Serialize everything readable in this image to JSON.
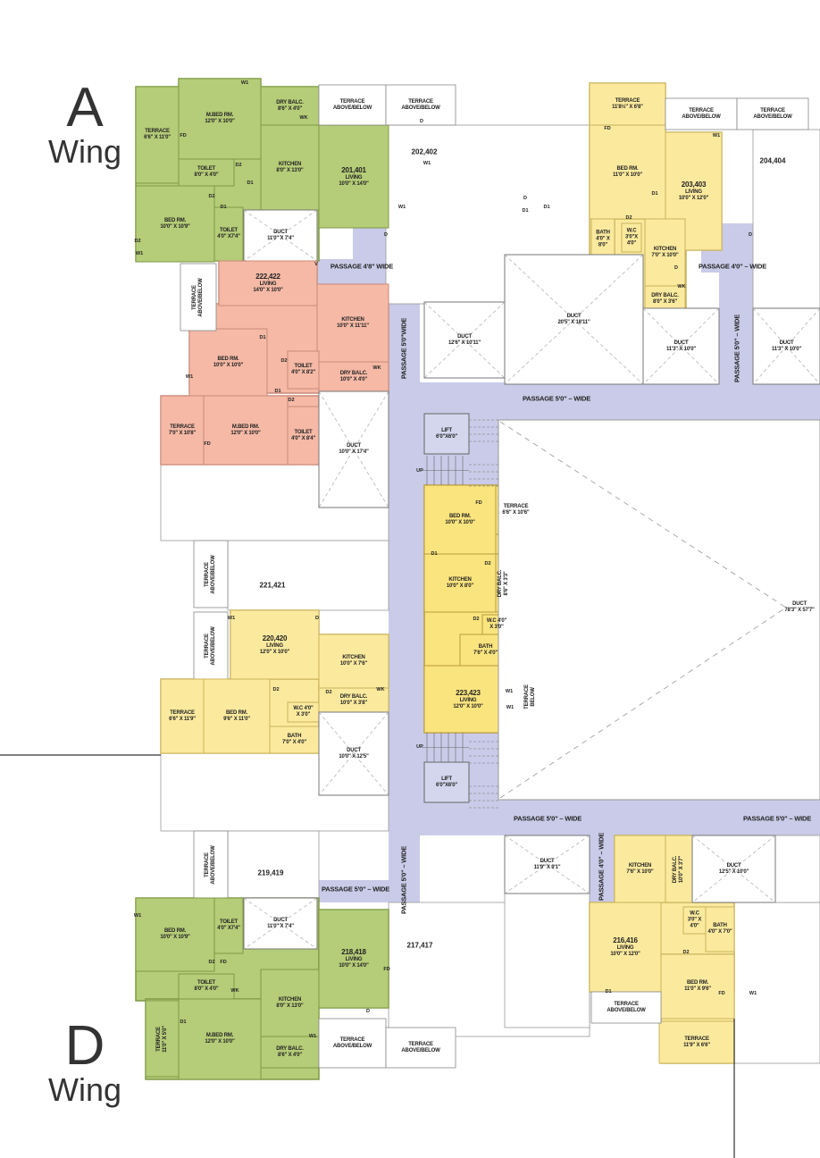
{
  "colors": {
    "green": "#b5cc78",
    "salmon": "#f5b9a6",
    "yellow": "#fbea9e",
    "ystrong": "#fae47e",
    "passage": "#c9cbe8",
    "duct": "#ffffff",
    "white": "#ffffff",
    "lift": "#d4d6ee"
  },
  "wings": [
    {
      "letter": "A",
      "word": "Wing"
    },
    {
      "letter": "D",
      "word": "Wing"
    }
  ],
  "rooms": [
    {
      "name": "TERRACE",
      "size": "6'6\" X 11'0\"",
      "type": "green"
    },
    {
      "name": "M.BED RM.",
      "size": "12'0\" X 10'0\"",
      "type": "green"
    },
    {
      "name": "DRY BALC.",
      "size": "8'6\" X 4'0\"",
      "type": "green"
    },
    {
      "name": "KITCHEN",
      "size": "8'0\" X 13'0\"",
      "type": "green"
    },
    {
      "name": "TOILET",
      "size": "8'0\" X 4'0\"",
      "type": "green"
    },
    {
      "name": "LIVING",
      "size": "10'0\" X 14'0\"",
      "unit": "201,401",
      "type": "green"
    },
    {
      "name": "BED RM.",
      "size": "10'0\" X 10'9\"",
      "type": "green"
    },
    {
      "name": "TOILET",
      "size": "4'0\" X7'4\"",
      "type": "green"
    },
    {
      "name": "DUCT",
      "size": "11'0\" X 7'4\"",
      "type": "duct"
    },
    {
      "name": "TERRACE",
      "size": "ABOVE/BELOW",
      "type": "white"
    },
    {
      "name": "TERRACE",
      "size": "ABOVE/BELOW",
      "type": "white"
    },
    {
      "name": "LIVING",
      "size": "14'0\" X 10'0\"",
      "unit": "222,422",
      "type": "salmon"
    },
    {
      "name": "KITCHEN",
      "size": "10'0\" X 11'11\"",
      "type": "salmon"
    },
    {
      "name": "BED RM.",
      "size": "10'0\" X 10'0\"",
      "type": "salmon"
    },
    {
      "name": "TOILET",
      "size": "4'0\" X 8'2\"",
      "type": "salmon"
    },
    {
      "name": "DRY BALC.",
      "size": "10'0\" X 4'0\"",
      "type": "salmon"
    },
    {
      "name": "TERRACE",
      "size": "7'0\" X 10'8\"",
      "type": "salmon"
    },
    {
      "name": "M.BED RM.",
      "size": "12'0\" X 10'0\"",
      "type": "salmon"
    },
    {
      "name": "TOILET",
      "size": "4'0\" X 8'4\"",
      "type": "salmon"
    },
    {
      "name": "DUCT",
      "size": "10'0\" X 17'4\"",
      "type": "duct"
    },
    {
      "name": "TERRACE",
      "size": "ABOVE/BELOW",
      "type": "white",
      "vertical": true
    },
    {
      "name": "TERRACE",
      "size": "11'8½\" X 6'8\"",
      "type": "yellow"
    },
    {
      "name": "BED RM.",
      "size": "11'0\" X 10'0\"",
      "type": "yellow"
    },
    {
      "name": "LIVING",
      "size": "10'0\" X 12'0\"",
      "unit": "203,403",
      "type": "yellow"
    },
    {
      "name": "BATH",
      "size": "4'0\" X 8'0\"",
      "type": "yellow"
    },
    {
      "name": "W.C",
      "size": "3'0\"X 4'0\"",
      "type": "yellow"
    },
    {
      "name": "KITCHEN",
      "size": "7'0\" X 10'0\"",
      "type": "yellow"
    },
    {
      "name": "DRY BALC.",
      "size": "8'0\" X 3'6\"",
      "type": "yellow"
    },
    {
      "name": "TERRACE",
      "size": "ABOVE/BELOW",
      "type": "white"
    },
    {
      "name": "TERRACE",
      "size": "ABOVE/BELOW",
      "type": "white"
    },
    {
      "name": "DUCT",
      "size": "20'5\" X 18'11\"",
      "type": "duct"
    },
    {
      "name": "DUCT",
      "size": "12'6\" X 10'11\"",
      "type": "duct"
    },
    {
      "name": "DUCT",
      "size": "11'3\" X 10'0\"",
      "type": "duct"
    },
    {
      "name": "DUCT",
      "size": "11'3\" X 10'0\"",
      "type": "duct"
    },
    {
      "name": "LIFT",
      "size": "6'0\"X6'0\"",
      "type": "lift"
    },
    {
      "name": "BED RM.",
      "size": "10'0\" X 10'0\"",
      "type": "ystrong"
    },
    {
      "name": "TERRACE",
      "size": "6'6\" X 10'6\"",
      "type": "ystrong"
    },
    {
      "name": "KITCHEN",
      "size": "10'0\" X 8'0\"",
      "type": "ystrong"
    },
    {
      "name": "DRY BALC.",
      "size": "8'6\" X 3'3\"",
      "type": "ystrong",
      "vertical": true
    },
    {
      "name": "W.C 4'0\"",
      "size": "X 3'0\"",
      "type": "ystrong"
    },
    {
      "name": "BATH",
      "size": "7'6\" X 4'0\"",
      "type": "ystrong"
    },
    {
      "name": "LIVING",
      "size": "12'0\" X 10'0\"",
      "unit": "223,423",
      "type": "ystrong"
    },
    {
      "name": "TERRACE",
      "size": "BELOW",
      "type": "white",
      "vertical": true
    },
    {
      "name": "LIFT",
      "size": "6'0\"X6'0\"",
      "type": "lift"
    },
    {
      "name": "DUCT",
      "size": "78'3\" X 57'7\"",
      "type": "bigduct"
    },
    {
      "name": "TERRACE",
      "size": "ABOVE/BELOW",
      "type": "white",
      "vertical": true
    },
    {
      "name": "TERRACE",
      "size": "ABOVE/BELOW",
      "type": "white",
      "vertical": true
    },
    {
      "name": "LIVING",
      "size": "12'0\" X 10'0\"",
      "unit": "220,420",
      "type": "yellow"
    },
    {
      "name": "KITCHEN",
      "size": "10'0\" X 7'6\"",
      "type": "yellow"
    },
    {
      "name": "TERRACE",
      "size": "6'6\" X 11'9\"",
      "type": "yellow"
    },
    {
      "name": "BED RM.",
      "size": "9'6\" X 11'0\"",
      "type": "yellow"
    },
    {
      "name": "W.C 4'0\"",
      "size": "X 3'0\"",
      "type": "yellow"
    },
    {
      "name": "BATH",
      "size": "7'0\" X 4'0\"",
      "type": "yellow"
    },
    {
      "name": "DRY BALC.",
      "size": "10'0\" X 3'8\"",
      "type": "yellow"
    },
    {
      "name": "DUCT",
      "size": "10'0\" X 12'5\"",
      "type": "duct"
    },
    {
      "name": "TERRACE",
      "size": "ABOVE/BELOW",
      "type": "white",
      "vertical": true
    },
    {
      "name": "BED RM.",
      "size": "10'0\" X 10'9\"",
      "type": "green"
    },
    {
      "name": "TOILET",
      "size": "4'0\" X7'4\"",
      "type": "green"
    },
    {
      "name": "DUCT",
      "size": "11'0\" X 7'4\"",
      "type": "duct"
    },
    {
      "name": "LIVING",
      "size": "10'0\" X 14'0\"",
      "unit": "218,418",
      "type": "green"
    },
    {
      "name": "TOILET",
      "size": "8'0\" X 4'0\"",
      "type": "green"
    },
    {
      "name": "KITCHEN",
      "size": "8'0\" X 13'0\"",
      "type": "green"
    },
    {
      "name": "TERRACE",
      "size": "11'0\" X 5'0\"",
      "type": "green",
      "vertical": true
    },
    {
      "name": "M.BED RM.",
      "size": "12'0\" X 10'0\"",
      "type": "green"
    },
    {
      "name": "DRY BALC.",
      "size": "8'6\" X 4'0\"",
      "type": "green"
    },
    {
      "name": "TERRACE",
      "size": "ABOVE/BELOW",
      "type": "white"
    },
    {
      "name": "TERRACE",
      "size": "ABOVE/BELOW",
      "type": "white"
    },
    {
      "name": "DUCT",
      "size": "11'9\" X 9'1\"",
      "type": "duct"
    },
    {
      "name": "KITCHEN",
      "size": "7'6\" X 10'0\"",
      "type": "yellow"
    },
    {
      "name": "DRY BALC.",
      "size": "10'0\" X 3'7\"",
      "type": "yellow",
      "vertical": true
    },
    {
      "name": "DUCT",
      "size": "12'5\" X 10'0\"",
      "type": "duct"
    },
    {
      "name": "LIVING",
      "size": "10'0\" X 12'0\"",
      "unit": "216,416",
      "type": "yellow"
    },
    {
      "name": "W.C",
      "size": "3'0\" X 4'0\"",
      "type": "yellow"
    },
    {
      "name": "BATH",
      "size": "4'0\" X 7'0\"",
      "type": "yellow"
    },
    {
      "name": "BED RM.",
      "size": "11'0\" X 9'6\"",
      "type": "yellow"
    },
    {
      "name": "TERRACE",
      "size": "11'9\" X 6'6\"",
      "type": "yellow"
    },
    {
      "name": "TERRACE",
      "size": "ABOVE/BELOW",
      "type": "white"
    }
  ],
  "passages": [
    "PASSAGE 4'8\" WIDE",
    "PASSAGE 5'0\"WIDE",
    "PASSAGE 5'0\" – WIDE",
    "PASSAGE 4'0\" – WIDE",
    "PASSAGE 5'0\" – WIDE",
    "PASSAGE 5'0\" – WIDE",
    "PASSAGE 5'0\" – WIDE",
    "PASSAGE 5'0\" – WIDE",
    "PASSAGE 5'0\" – WIDE",
    "PASSAGE 4'0\" – WIDE"
  ],
  "unit_numbers": [
    "202,402",
    "204,404",
    "221,421",
    "219,419",
    "217,417"
  ],
  "stair_labels": [
    "UP",
    "UP"
  ],
  "tags": [
    "W1",
    "FD",
    "D2",
    "D1",
    "WK",
    "D2",
    "D1",
    "D2",
    "W1",
    "V",
    "D",
    "D",
    "W1",
    "D1",
    "D2",
    "D1",
    "D2",
    "WK",
    "W1",
    "FD",
    "D",
    "W1",
    "W1",
    "FD",
    "D1",
    "D2",
    "WK",
    "D",
    "D",
    "D1",
    "D1",
    "D2",
    "D2",
    "WK",
    "W1",
    "D",
    "W1",
    "FD",
    "D1",
    "D2",
    "D2",
    "W1",
    "W1",
    "FD",
    "D1",
    "D2",
    "WK",
    "W1",
    "D",
    "FD",
    "FD",
    "W1",
    "D1",
    "D2"
  ]
}
